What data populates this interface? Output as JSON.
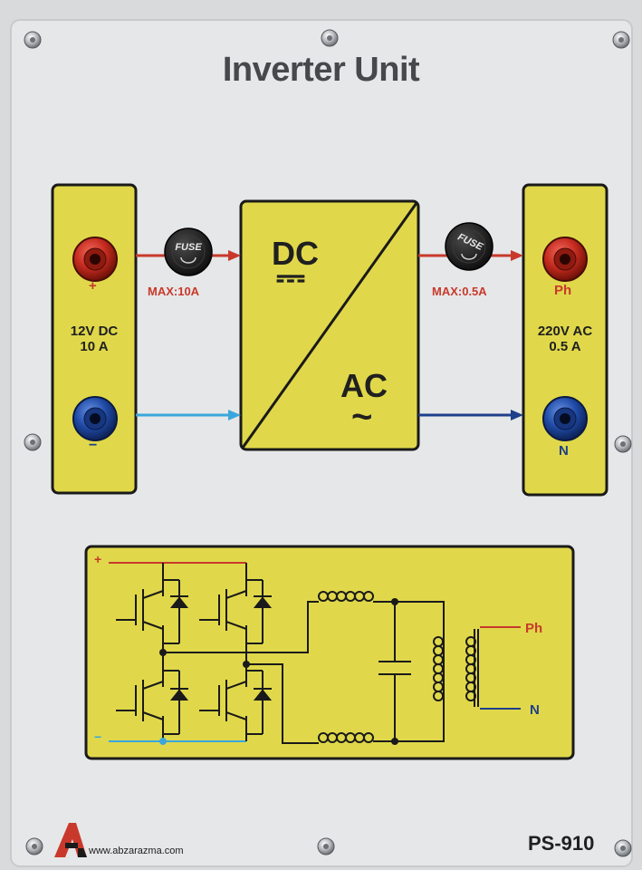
{
  "panel": {
    "title": "Inverter Unit",
    "model": "PS-910",
    "website": "www.abzarazma.com",
    "logo_text": "A"
  },
  "input_module": {
    "positive_sign": "+",
    "negative_sign": "−",
    "rating_line1": "12V DC",
    "rating_line2": "10 A"
  },
  "output_module": {
    "phase_label": "Ph",
    "neutral_label": "N",
    "rating_line1": "220V AC",
    "rating_line2": "0.5 A"
  },
  "fuses": {
    "input_fuse_text": "FUSE",
    "input_max": "MAX:10A",
    "output_fuse_text": "FUSE",
    "output_max": "MAX:0.5A"
  },
  "converter_block": {
    "dc_label": "DC",
    "dc_symbol": "⎓",
    "ac_label": "AC",
    "ac_symbol": "~"
  },
  "schematic": {
    "plus_label": "+",
    "minus_label": "−",
    "ph_label": "Ph",
    "n_label": "N",
    "inductor_top_text": "oooooo",
    "inductor_bottom_text": "oooooo"
  },
  "colors": {
    "panel": "#e6e7e8",
    "yellow": "#e0d84a",
    "red_wire": "#c8392c",
    "blue_wire": "#3aa7dc",
    "navy": "#1e3f8a",
    "terminal_red": "#c42a1e",
    "terminal_blue": "#1f4aa6"
  }
}
